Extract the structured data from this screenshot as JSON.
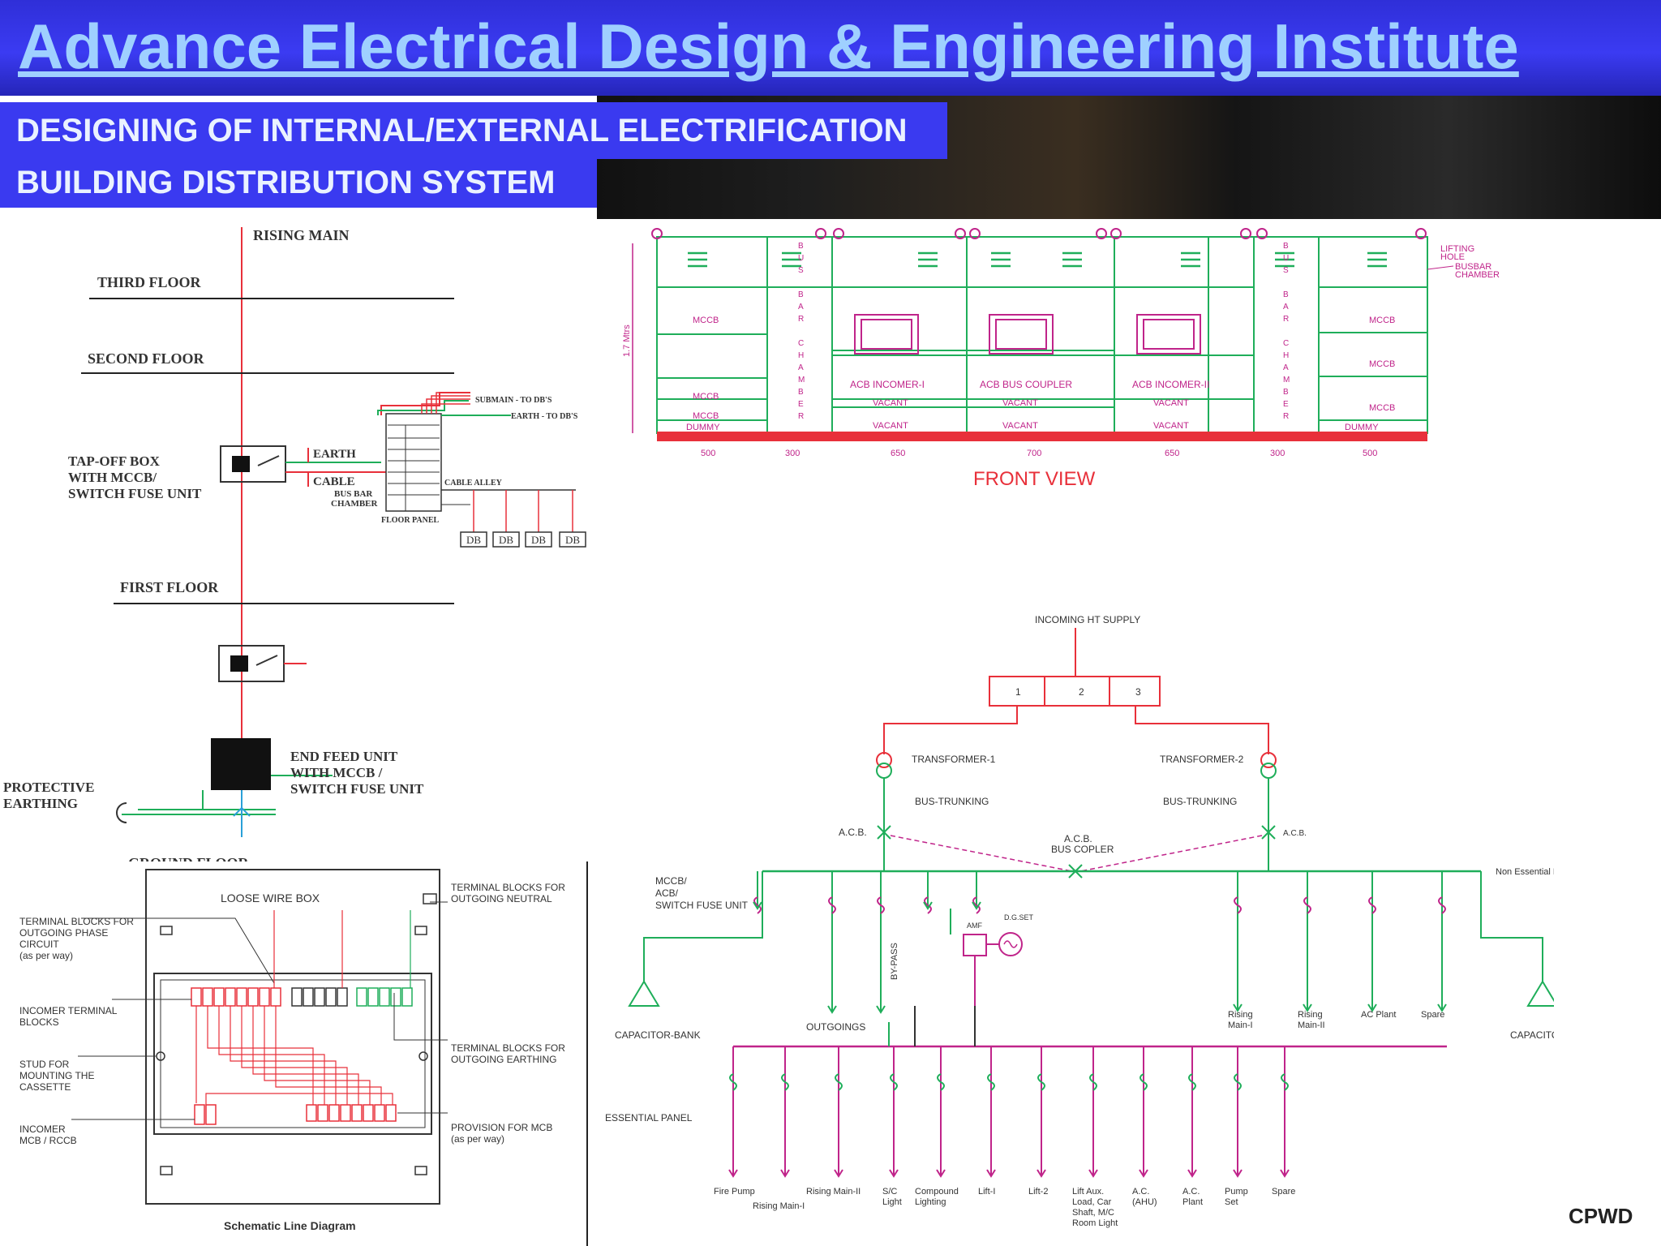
{
  "header": {
    "title": "Advance Electrical Design & Engineering Institute",
    "banner_line1": "DESIGNING OF  INTERNAL/EXTERNAL ELECTRIFICATION",
    "banner_line2": "BUILDING DISTRIBUTION SYSTEM"
  },
  "rising_main_diagram": {
    "rising_main": "RISING MAIN",
    "third_floor": "THIRD FLOOR",
    "second_floor": "SECOND FLOOR",
    "first_floor": "FIRST FLOOR",
    "ground_floor": "GROUND FLOOR",
    "tap_off_box": [
      "TAP-OFF BOX",
      "WITH MCCB/",
      "SWITCH FUSE UNIT"
    ],
    "earth": "EARTH",
    "cable": "CABLE",
    "bus_bar_chamber": [
      "BUS BAR",
      "CHAMBER"
    ],
    "submain": "SUBMAIN - TO DB'S",
    "earth_to_db": "EARTH - TO DB'S",
    "cable_alley": "CABLE ALLEY",
    "floor_panel": "FLOOR PANEL",
    "db": "DB",
    "end_feed": [
      "END FEED UNIT",
      "WITH MCCB /",
      "SWITCH FUSE UNIT"
    ],
    "protective_earthing": [
      "PROTECTIVE",
      "EARTHING"
    ]
  },
  "front_view": {
    "title": "FRONT VIEW",
    "lifting_hole": [
      "LIFTING",
      "HOLE"
    ],
    "busbar_chamber": [
      "BUSBAR",
      "CHAMBER"
    ],
    "height": "1.7 Mtrs",
    "mccb": "MCCB",
    "dummy": "DUMMY",
    "vacant": "VACANT",
    "acb_incomer_1": "ACB INCOMER-I",
    "acb_bus_coupler": "ACB BUS COUPLER",
    "acb_incomer_2": "ACB INCOMER-II",
    "bus_chamber_letters": [
      "B",
      "U",
      "S",
      "",
      "B",
      "A",
      "R",
      "",
      "C",
      "H",
      "A",
      "M",
      "B",
      "E",
      "R"
    ],
    "dims": [
      "500",
      "300",
      "650",
      "700",
      "650",
      "300",
      "500"
    ]
  },
  "sld": {
    "incoming": "INCOMING HT SUPPLY",
    "rmu": [
      "1",
      "2",
      "3"
    ],
    "transformer1": "TRANSFORMER-1",
    "transformer2": "TRANSFORMER-2",
    "bus_trunking": "BUS-TRUNKING",
    "acb": "A.C.B.",
    "acb_bus_coupler": [
      "A.C.B.",
      "BUS COPLER"
    ],
    "mccb_label": [
      "MCCB/",
      "ACB/",
      "SWITCH FUSE UNIT"
    ],
    "non_essential": "Non Essential Panel",
    "dg_set": "D.G.SET",
    "amf": "AMF",
    "bypass": "BY-PASS",
    "outgoings": "OUTGOINGS",
    "capacitor_bank": "CAPACITOR-BANK",
    "essential_panel": "ESSENTIAL PANEL",
    "ne_loads": [
      [
        "Rising",
        "Main-I"
      ],
      [
        "Rising",
        "Main-II"
      ],
      [
        "AC Plant"
      ],
      [
        "Spare"
      ]
    ],
    "e_loads": [
      [
        "Fire Pump"
      ],
      [
        "Rising Main-I"
      ],
      [
        "Rising Main-II"
      ],
      [
        "S/C",
        "Light"
      ],
      [
        "Compound",
        "Lighting"
      ],
      [
        "Lift-I"
      ],
      [
        "Lift-2"
      ],
      [
        "Lift Aux.",
        "Load, Car",
        "Shaft, M/C",
        "Room Light"
      ],
      [
        "A.C.",
        "(AHU)"
      ],
      [
        "A.C.",
        "Plant"
      ],
      [
        "Pump",
        "Set"
      ],
      [
        "Spare"
      ]
    ]
  },
  "wire_box": {
    "loose_wire_box": "LOOSE WIRE BOX",
    "tb_neutral": [
      "TERMINAL BLOCKS FOR",
      "OUTGOING NEUTRAL"
    ],
    "tb_phase": [
      "TERMINAL BLOCKS FOR",
      "OUTGOING PHASE",
      "CIRCUIT",
      "(as per way)"
    ],
    "incomer_tb": [
      "INCOMER TERMINAL",
      "BLOCKS"
    ],
    "stud": [
      "STUD FOR",
      "MOUNTING THE",
      "CASSETTE"
    ],
    "incomer_mcb": [
      "INCOMER",
      "MCB / RCCB"
    ],
    "tb_earthing": [
      "TERMINAL BLOCKS FOR",
      "OUTGOING EARTHING"
    ],
    "provision_mcb": [
      "PROVISION FOR MCB",
      "(as per way)"
    ],
    "caption": "Schematic Line Diagram"
  },
  "footer": {
    "brand": "CPWD"
  },
  "colors": {
    "title_bar": "#3b3bf2",
    "title_text": "#9fd0ff",
    "banner": "#3a3af0",
    "red": "#e8303a",
    "green": "#1fae5a",
    "magenta": "#c0248a"
  }
}
